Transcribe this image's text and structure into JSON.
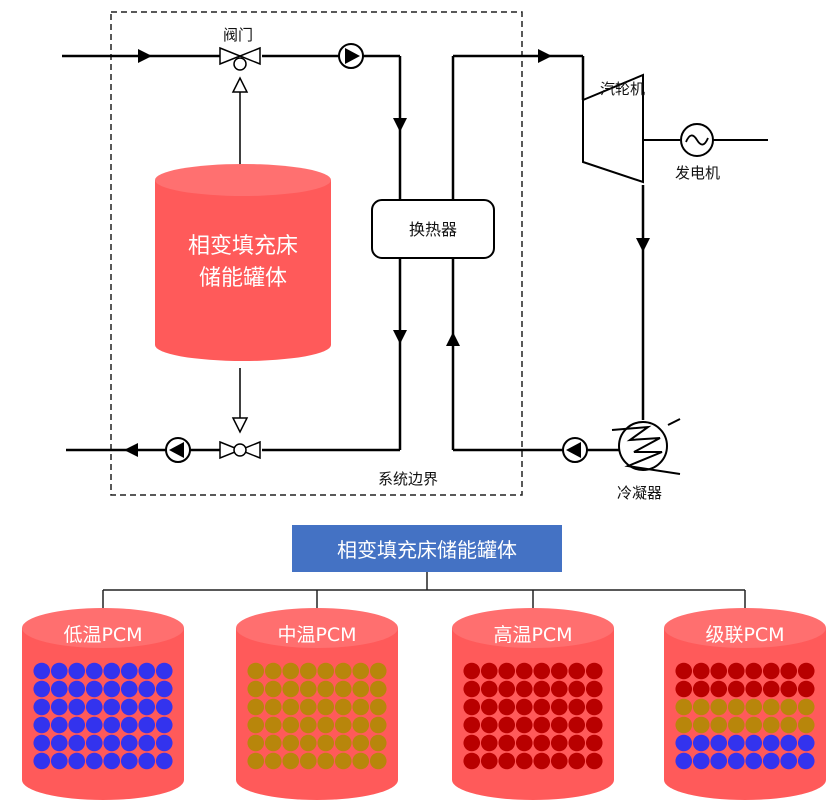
{
  "labels": {
    "valve": "阀门",
    "turbine": "汽轮机",
    "generator": "发电机",
    "heat_exchanger": "换热器",
    "tank_line1": "相变填充床",
    "tank_line2": "储能罐体",
    "system_boundary": "系统边界",
    "condenser": "冷凝器"
  },
  "hierarchy": {
    "title": "相变填充床储能罐体",
    "tanks": [
      {
        "label": "低温PCM",
        "rows": [
          "#3333ee",
          "#3333ee",
          "#3333ee",
          "#3333ee",
          "#3333ee",
          "#3333ee"
        ]
      },
      {
        "label": "中温PCM",
        "rows": [
          "#b8860b",
          "#b8860b",
          "#b8860b",
          "#b8860b",
          "#b8860b",
          "#b8860b"
        ]
      },
      {
        "label": "高温PCM",
        "rows": [
          "#b80000",
          "#b80000",
          "#b80000",
          "#b80000",
          "#b80000",
          "#b80000"
        ]
      },
      {
        "label": "级联PCM",
        "rows": [
          "#b80000",
          "#b80000",
          "#b8860b",
          "#b8860b",
          "#3333ee",
          "#3333ee"
        ]
      }
    ]
  },
  "colors": {
    "tank_red": "#ff5a5a",
    "tank_top": "#ff6f6f",
    "title_box": "#4472c4",
    "low_pcm": "#3333ee",
    "mid_pcm": "#b8860b",
    "high_pcm": "#b80000"
  }
}
